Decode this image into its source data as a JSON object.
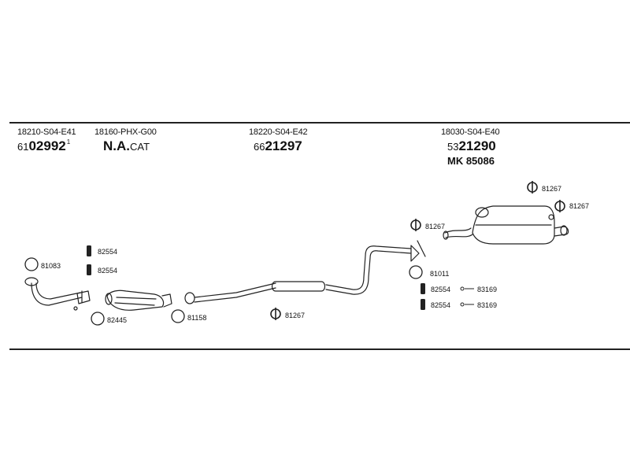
{
  "header": {
    "assemblies": [
      {
        "code": "18210-S04-E41",
        "pre": "61",
        "main": "02992",
        "sup": "1"
      },
      {
        "code": "18160-PHX-G00",
        "pre": "N.A.",
        "main": "CAT"
      },
      {
        "code": "18220-S04-E42",
        "pre": "66",
        "main": "21297"
      },
      {
        "code": "18030-S04-E40",
        "pre": "53",
        "main": "21290",
        "extra": "MK  85086"
      }
    ]
  },
  "parts": {
    "p81083": "81083",
    "p82554a": "82554",
    "p82554b": "82554",
    "p82445": "82445",
    "p81158": "81158",
    "p81267_mid": "81267",
    "p81267_pipe": "81267",
    "p81267_top": "81267",
    "p81267_right": "81267",
    "p81011": "81011",
    "p82554c": "82554",
    "p83169a": "83169",
    "p82554d": "82554",
    "p83169b": "83169"
  }
}
